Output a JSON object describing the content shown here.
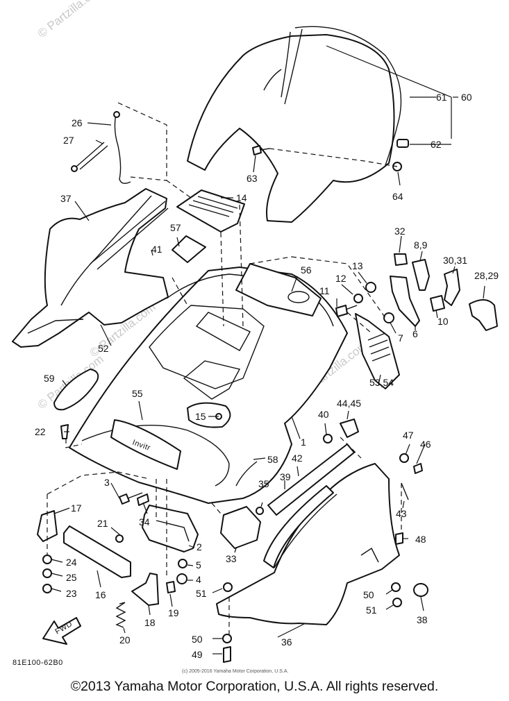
{
  "watermarks": [
    "© Partzilla.com",
    "© Partzilla.com",
    "© Partzilla.com",
    "© Partzilla.com"
  ],
  "diagram_code": "81E100-62B0",
  "inner_copyright": "(c) 2005-2016 Yamaha Motor Corporation, U.S.A.",
  "footer": "©2013 Yamaha Motor Corporation, U.S.A. All rights reserved.",
  "fwd_label": "FWD",
  "callouts": [
    "1",
    "2",
    "3",
    "4",
    "5",
    "6",
    "7",
    "8,9",
    "10",
    "11",
    "12",
    "13",
    "14",
    "15",
    "16",
    "17",
    "18",
    "19",
    "20",
    "21",
    "22",
    "23",
    "24",
    "25",
    "26",
    "27",
    "28,29",
    "30,31",
    "32",
    "33",
    "34",
    "35",
    "36",
    "37",
    "38",
    "39",
    "40",
    "41",
    "42",
    "43",
    "44,45",
    "46",
    "47",
    "48",
    "49",
    "50",
    "50",
    "51",
    "51",
    "52",
    "53,54",
    "55",
    "56",
    "57",
    "58",
    "59",
    "60",
    "61",
    "62",
    "63",
    "64"
  ]
}
